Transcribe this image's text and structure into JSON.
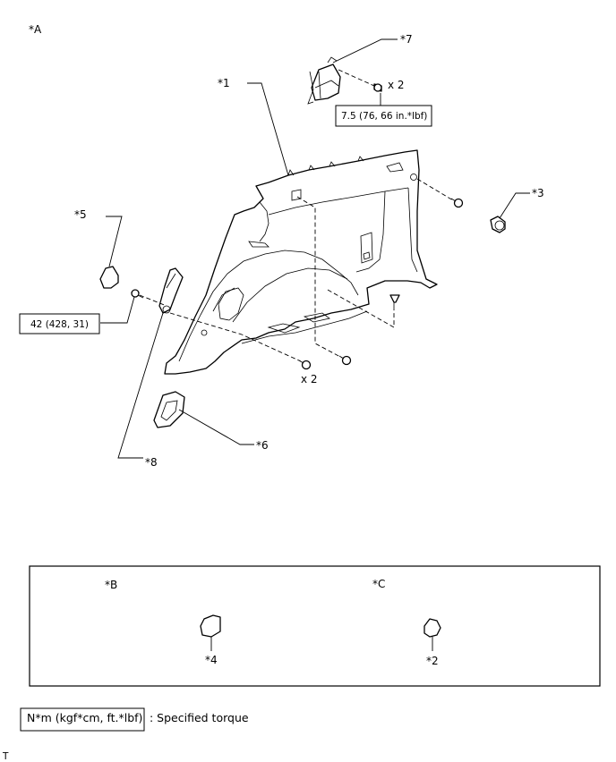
{
  "diagram": {
    "view_label": "*A",
    "callouts": {
      "p1": "*1",
      "p3": "*3",
      "p5": "*5",
      "p6": "*6",
      "p7": "*7",
      "p8": "*8"
    },
    "quantity_top": "x 2",
    "quantity_bottom": "x 2",
    "torque_top": "7.5 (76, 66 in.*lbf)",
    "torque_left": "42 (428, 31)"
  },
  "detail_box": {
    "b_label": "*B",
    "c_label": "*C",
    "p4": "*4",
    "p2": "*2"
  },
  "legend": {
    "unit_box": "N*m (kgf*cm, ft.*lbf)",
    "description": ": Specified torque"
  },
  "corner_mark": "T"
}
